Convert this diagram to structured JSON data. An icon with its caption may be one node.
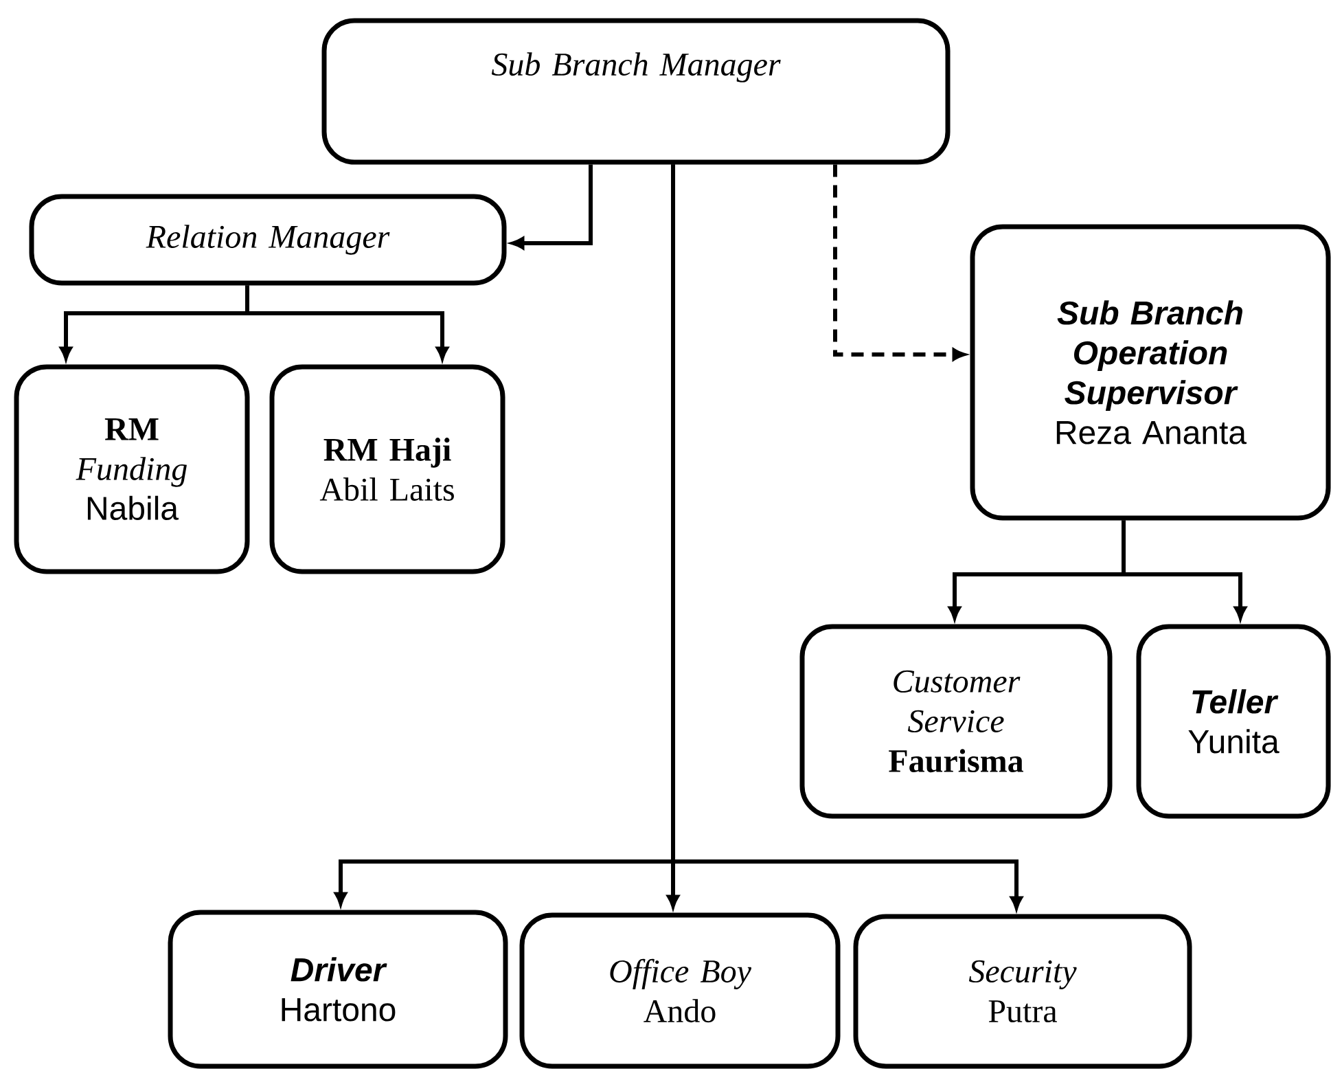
{
  "diagram": {
    "nodes": [
      {
        "text": [
          "Sub Branch Manager"
        ]
      },
      {
        "text": [
          "Relation Manager"
        ]
      },
      {
        "text": [
          "**RM** *Funding*",
          "Nabila"
        ]
      },
      {
        "text": [
          "RM Haji",
          "Abil Laits"
        ]
      },
      {
        "text": [
          "Sub Branch Operation Supervisor",
          "Reza Ananta"
        ]
      },
      {
        "text": [
          "Customer Service",
          "Faurisma"
        ]
      },
      {
        "text": [
          "Teller",
          "Yunita"
        ]
      },
      {
        "text": [
          "Driver",
          "Hartono"
        ]
      },
      {
        "text": [
          "Office Boy",
          "Ando"
        ]
      },
      {
        "text": [
          "Security",
          "Putra"
        ]
      }
    ],
    "edges": [
      {
        "from": 0,
        "to": 1,
        "arrow": "to"
      },
      {
        "from": 1,
        "to": 2,
        "arrow": "to"
      },
      {
        "from": 1,
        "to": 3,
        "arrow": "to"
      },
      {
        "from": 0,
        "to": 4,
        "arrow": "to",
        "style": "dashed"
      },
      {
        "from": 4,
        "to": 5,
        "arrow": "to"
      },
      {
        "from": 4,
        "to": 6,
        "arrow": "to"
      },
      {
        "from": 0,
        "to": 7,
        "arrow": "to"
      },
      {
        "from": 0,
        "to": 8,
        "arrow": "to"
      },
      {
        "from": 0,
        "to": 9,
        "arrow": "to"
      }
    ]
  }
}
